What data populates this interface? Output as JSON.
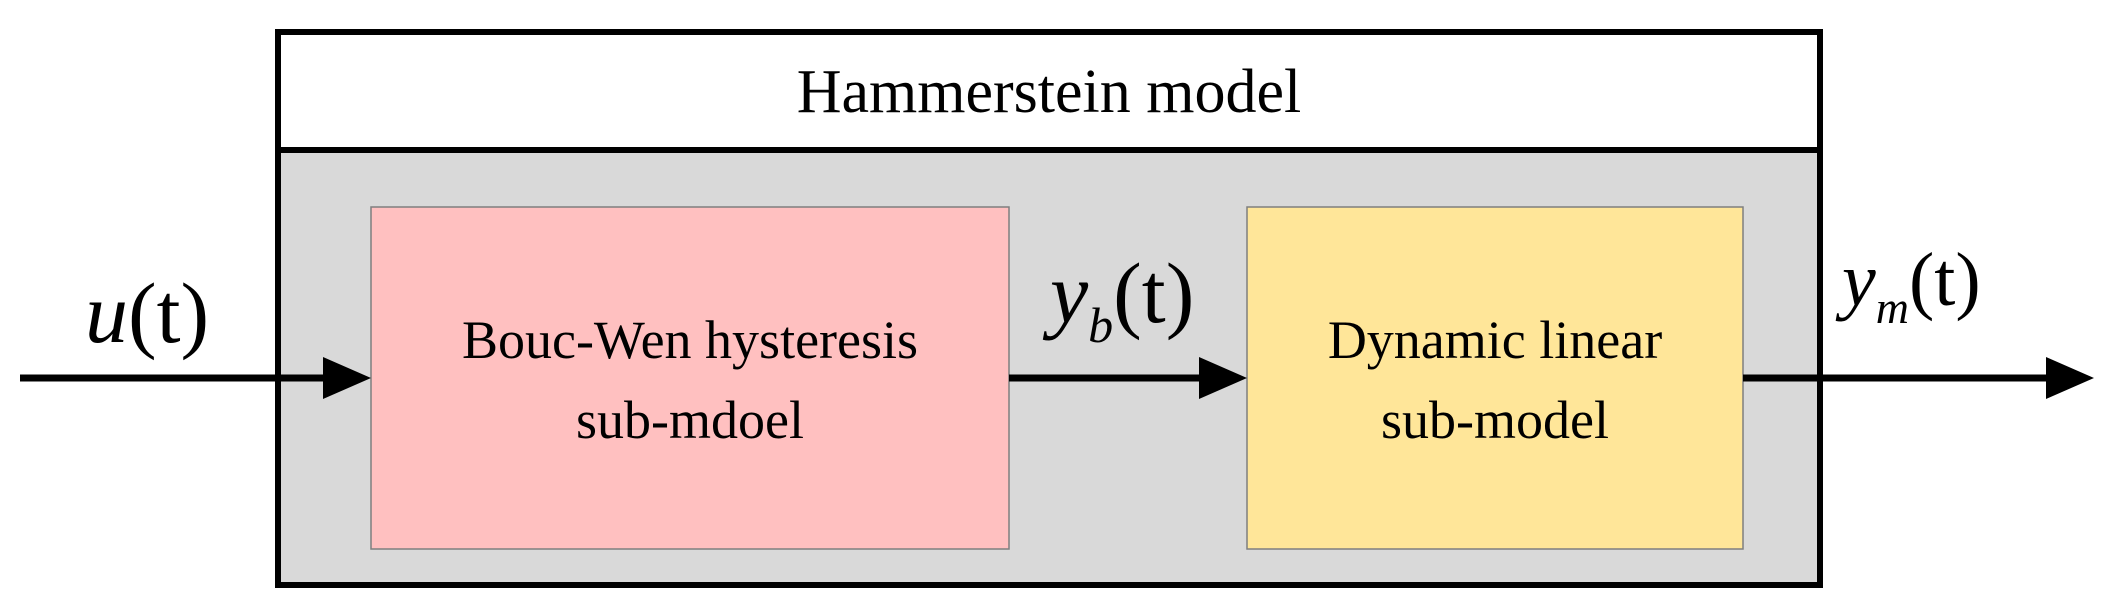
{
  "outer_block": {
    "title": "Hammerstein model",
    "body_color": "#d9d9d9",
    "header_color": "#ffffff"
  },
  "blocks": {
    "bouc_wen": {
      "line1": "Bouc-Wen hysteresis",
      "line2": "sub-mdoel",
      "color": "#ffc0c0"
    },
    "dynamic_linear": {
      "line1": "Dynamic linear",
      "line2": "sub-model",
      "color": "#ffe699"
    }
  },
  "signals": {
    "input": {
      "symbol": "u",
      "arg": "(t)"
    },
    "intermediate": {
      "symbol": "y",
      "subscript": "b",
      "arg": "(t)"
    },
    "output": {
      "symbol": "y",
      "subscript": "m",
      "arg": "(t)"
    }
  }
}
